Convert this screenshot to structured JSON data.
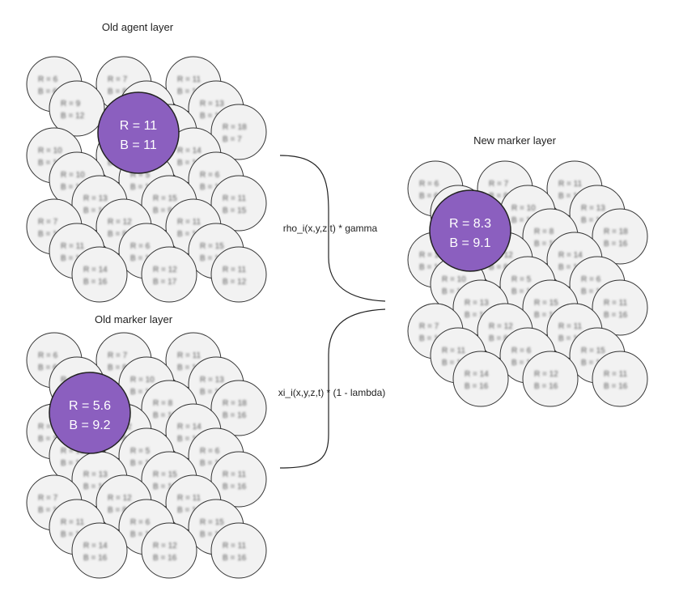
{
  "colors": {
    "cell_fill": "#f2f2f2",
    "cell_stroke": "#333333",
    "highlight_fill": "#8b5fbf",
    "connector": "#222222"
  },
  "layers": [
    {
      "id": "old-agent",
      "title": "Old agent layer",
      "highlight": {
        "r_label": "R = 11",
        "b_label": "B = 11"
      },
      "cells": [
        {
          "r": "R = 6",
          "b": "B = 6"
        },
        {
          "r": "R = 7",
          "b": "B = 8"
        },
        {
          "r": "R = 11",
          "b": "B = 16"
        },
        {
          "r": "R = 9",
          "b": "B = 12"
        },
        {
          "r": "R = 10",
          "b": "B = 11"
        },
        {
          "r": "R = 13",
          "b": "B = 16"
        },
        {
          "r": "R = 8",
          "b": "B = 12"
        },
        {
          "r": "R = 18",
          "b": "B = 7"
        },
        {
          "r": "R = 10",
          "b": "B = 16"
        },
        {
          "r": "R = 12",
          "b": "B = 8"
        },
        {
          "r": "R = 14",
          "b": "B = 16"
        },
        {
          "r": "R = 10",
          "b": "B = 12"
        },
        {
          "r": "R = 5",
          "b": "B = 16"
        },
        {
          "r": "R = 6",
          "b": "B = 16"
        },
        {
          "r": "R = 13",
          "b": "B = 16"
        },
        {
          "r": "R = 15",
          "b": "B = 9"
        },
        {
          "r": "R = 11",
          "b": "B = 15"
        },
        {
          "r": "R = 7",
          "b": "B = 16"
        },
        {
          "r": "R = 12",
          "b": "B = 8"
        },
        {
          "r": "R = 11",
          "b": "B = 16"
        },
        {
          "r": "R = 11",
          "b": "B = 16"
        },
        {
          "r": "R = 6",
          "b": "B = 16"
        },
        {
          "r": "R = 15",
          "b": "B = 16"
        },
        {
          "r": "R = 14",
          "b": "B = 16"
        },
        {
          "r": "R = 12",
          "b": "B = 17"
        },
        {
          "r": "R = 11",
          "b": "B = 12"
        }
      ]
    },
    {
      "id": "old-marker",
      "title": "Old marker layer",
      "highlight": {
        "r_label": "R = 5.6",
        "b_label": "B = 9.2"
      },
      "cells": [
        {
          "r": "R = 6",
          "b": "B = 6"
        },
        {
          "r": "R = 7",
          "b": "B = 8"
        },
        {
          "r": "R = 11",
          "b": "B = 16"
        },
        {
          "r": "R = 9",
          "b": "B = 12"
        },
        {
          "r": "R = 10",
          "b": "B = 11"
        },
        {
          "r": "R = 13",
          "b": "B = 16"
        },
        {
          "r": "R = 8",
          "b": "B = 10"
        },
        {
          "r": "R = 18",
          "b": "B = 16"
        },
        {
          "r": "R = 14",
          "b": "B = 16"
        },
        {
          "r": "R = 12",
          "b": "B = 8"
        },
        {
          "r": "R = 14",
          "b": "B = 16"
        },
        {
          "r": "R = 10",
          "b": "B = 16"
        },
        {
          "r": "R = 5",
          "b": "B = 16"
        },
        {
          "r": "R = 6",
          "b": "B = 16"
        },
        {
          "r": "R = 13",
          "b": "B = 16"
        },
        {
          "r": "R = 15",
          "b": "B = 16"
        },
        {
          "r": "R = 11",
          "b": "B = 16"
        },
        {
          "r": "R = 7",
          "b": "B = 16"
        },
        {
          "r": "R = 12",
          "b": "B = 8"
        },
        {
          "r": "R = 11",
          "b": "B = 16"
        },
        {
          "r": "R = 11",
          "b": "B = 16"
        },
        {
          "r": "R = 6",
          "b": "B = 16"
        },
        {
          "r": "R = 15",
          "b": "B = 16"
        },
        {
          "r": "R = 14",
          "b": "B = 16"
        },
        {
          "r": "R = 12",
          "b": "B = 16"
        },
        {
          "r": "R = 11",
          "b": "B = 16"
        }
      ]
    },
    {
      "id": "new-marker",
      "title": "New marker layer",
      "highlight": {
        "r_label": "R = 8.3",
        "b_label": "B = 9.1"
      },
      "cells": [
        {
          "r": "R = 6",
          "b": "B = 6"
        },
        {
          "r": "R = 7",
          "b": "B = 8"
        },
        {
          "r": "R = 11",
          "b": "B = 16"
        },
        {
          "r": "R = 9",
          "b": "B = 12"
        },
        {
          "r": "R = 10",
          "b": "B = 11"
        },
        {
          "r": "R = 13",
          "b": "B = 16"
        },
        {
          "r": "R = 8",
          "b": "B = 10"
        },
        {
          "r": "R = 18",
          "b": "B = 16"
        },
        {
          "r": "R = 14",
          "b": "B = 16"
        },
        {
          "r": "R = 12",
          "b": "B = 8"
        },
        {
          "r": "R = 14",
          "b": "B = 16"
        },
        {
          "r": "R = 10",
          "b": "B = 16"
        },
        {
          "r": "R = 5",
          "b": "B = 16"
        },
        {
          "r": "R = 6",
          "b": "B = 16"
        },
        {
          "r": "R = 13",
          "b": "B = 16"
        },
        {
          "r": "R = 15",
          "b": "B = 16"
        },
        {
          "r": "R = 11",
          "b": "B = 16"
        },
        {
          "r": "R = 7",
          "b": "B = 16"
        },
        {
          "r": "R = 12",
          "b": "B = 8"
        },
        {
          "r": "R = 11",
          "b": "B = 16"
        },
        {
          "r": "R = 11",
          "b": "B = 16"
        },
        {
          "r": "R = 6",
          "b": "B = 16"
        },
        {
          "r": "R = 15",
          "b": "B = 16"
        },
        {
          "r": "R = 14",
          "b": "B = 16"
        },
        {
          "r": "R = 12",
          "b": "B = 16"
        },
        {
          "r": "R = 11",
          "b": "B = 16"
        }
      ]
    }
  ],
  "connectors": {
    "upper_formula": "rho_i(x,y,z,t) * gamma",
    "lower_formula": "xi_i(x,y,z,t) * (1 - lambda)"
  }
}
